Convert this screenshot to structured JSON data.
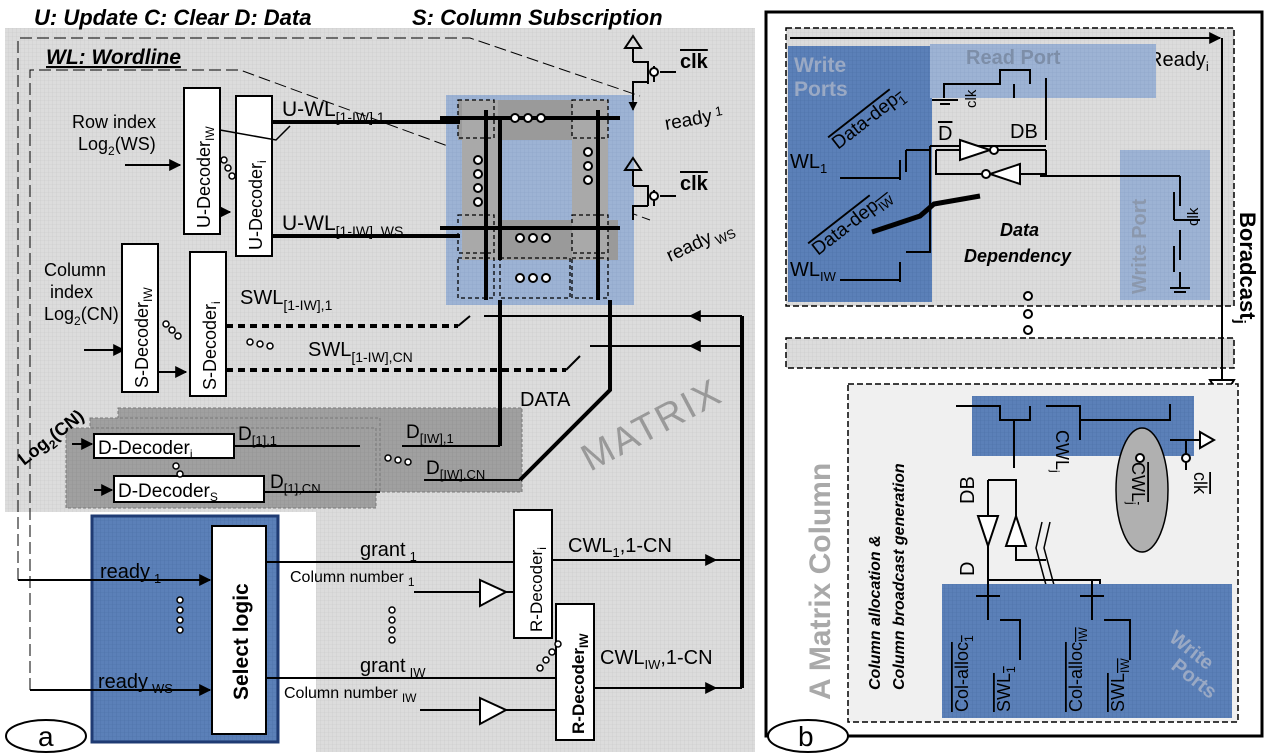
{
  "panel_a": {
    "legend": "U: Update C: Clear D: Data",
    "legend_s": "S: Column Subscription",
    "wordline_label": "WL: Wordline",
    "row_index_line1": "Row index",
    "row_index_line2": "Log",
    "row_index_sub": "2",
    "row_index_arg": "(WS)",
    "column_index_line1": "Column",
    "column_index_line2": "index",
    "column_index_line3": "Log",
    "column_index_sub": "2",
    "column_index_arg": "(CN)",
    "u_decoder": "U-Decoder",
    "u_decoder_iw_sub": "IW",
    "u_decoder_i_sub": "i",
    "s_decoder": "S-Decoder",
    "s_decoder_iw_sub": "IW",
    "s_decoder_i_sub": "i",
    "uwl_1": "U-WL",
    "uwl_1_sub": "[1-IW],1",
    "uwl_ws": "U-WL",
    "uwl_ws_sub": "[1-IW], WS",
    "swl_1": "SWL",
    "swl_1_sub": "[1-IW],1",
    "swl_cn": "SWL",
    "swl_cn_sub": "[1-IW],CN",
    "clk": "clk",
    "ready_1": "ready",
    "ready_1_sub": "1",
    "ready_ws": "ready",
    "ready_ws_sub": "WS",
    "log2cn": "Log",
    "log2cn_sub": "2",
    "log2cn_arg": "(CN)",
    "d_decoder_i": "D-Decoder",
    "d_decoder_i_sub": "i",
    "d_decoder_s": "D-Decoder",
    "d_decoder_s_sub": "S",
    "d_11": "D",
    "d_11_sub": "[1],1",
    "d_1cn": "D",
    "d_1cn_sub": "[1],CN",
    "d_iw1": "D",
    "d_iw1_sub": "[IW],1",
    "d_iwcn": "D",
    "d_iwcn_sub": "[IW],CN",
    "data": "DATA",
    "matrix": "MATRIX",
    "select_ready_1": "ready",
    "select_ready_1_sub": "1",
    "select_ready_ws": "ready",
    "select_ready_ws_sub": "WS",
    "select_logic": "Select logic",
    "grant_1": "grant",
    "grant_1_sub": "1",
    "grant_iw": "grant",
    "grant_iw_sub": "IW",
    "colnum_1": "Column number",
    "colnum_1_sub": "1",
    "colnum_iw": "Column number",
    "colnum_iw_sub": "IW",
    "r_decoder_i": "R-Decoder",
    "r_decoder_i_sub": "i",
    "r_decoder_iw": "R-Decoder",
    "r_decoder_iw_sub": "IW",
    "cwl_1": "CWL",
    "cwl_1_sub": "1",
    "cwl_1_rest": ",1-CN",
    "cwl_iw": "CWL",
    "cwl_iw_sub": "IW",
    "cwl_iw_rest": ",1-CN",
    "tag": "a"
  },
  "panel_b": {
    "write_ports_top_1": "Write",
    "write_ports_top_2": "Ports",
    "read_port": "Read Port",
    "ready_i": "Ready",
    "ready_i_sub": "i",
    "data_dep_1": "Data-dep",
    "data_dep_1_sub": "1",
    "data_dep_iw": "Data-dep",
    "data_dep_iw_sub": "IW",
    "clk": "clk",
    "d_bar": "D",
    "db": "DB",
    "wl_1": "WL",
    "wl_1_sub": "1",
    "wl_iw": "WL",
    "wl_iw_sub": "IW",
    "data_dependency_1": "Data",
    "data_dependency_2": "Dependency",
    "write_port": "Write Port",
    "broadcast": "Boradcast",
    "broadcast_sub": "j",
    "matrix_column": "A Matrix Column",
    "col_alloc_title_1": "Column allocation &",
    "col_alloc_title_2": "Column broadcast generation",
    "cwl": "CWL",
    "cwl_sub": "j",
    "cwl_bar": "CWL",
    "cwl_bar_sub": "j",
    "clk_bottom": "clk",
    "db_bottom": "DB",
    "d_bottom": "D",
    "col_alloc_1": "Col-alloc",
    "col_alloc_1_sub": "1",
    "col_alloc_iw": "Col-alloc",
    "col_alloc_iw_sub": "IW",
    "swl_1": "SWL",
    "swl_1_sub": "1",
    "swl_iw": "SWL",
    "swl_iw_sub": "IW",
    "write_ports_bottom_1": "Write",
    "write_ports_bottom_2": "Ports",
    "tag": "b"
  },
  "colors": {
    "grid_gray": "#d9d9d9",
    "panel_blue": "#5b7fb5",
    "light_blue": "#8ea8cc",
    "matrix_gray": "#9c9c9c",
    "decoder_gray": "#b0b0b0",
    "dark_navy": "#1f3b73"
  }
}
